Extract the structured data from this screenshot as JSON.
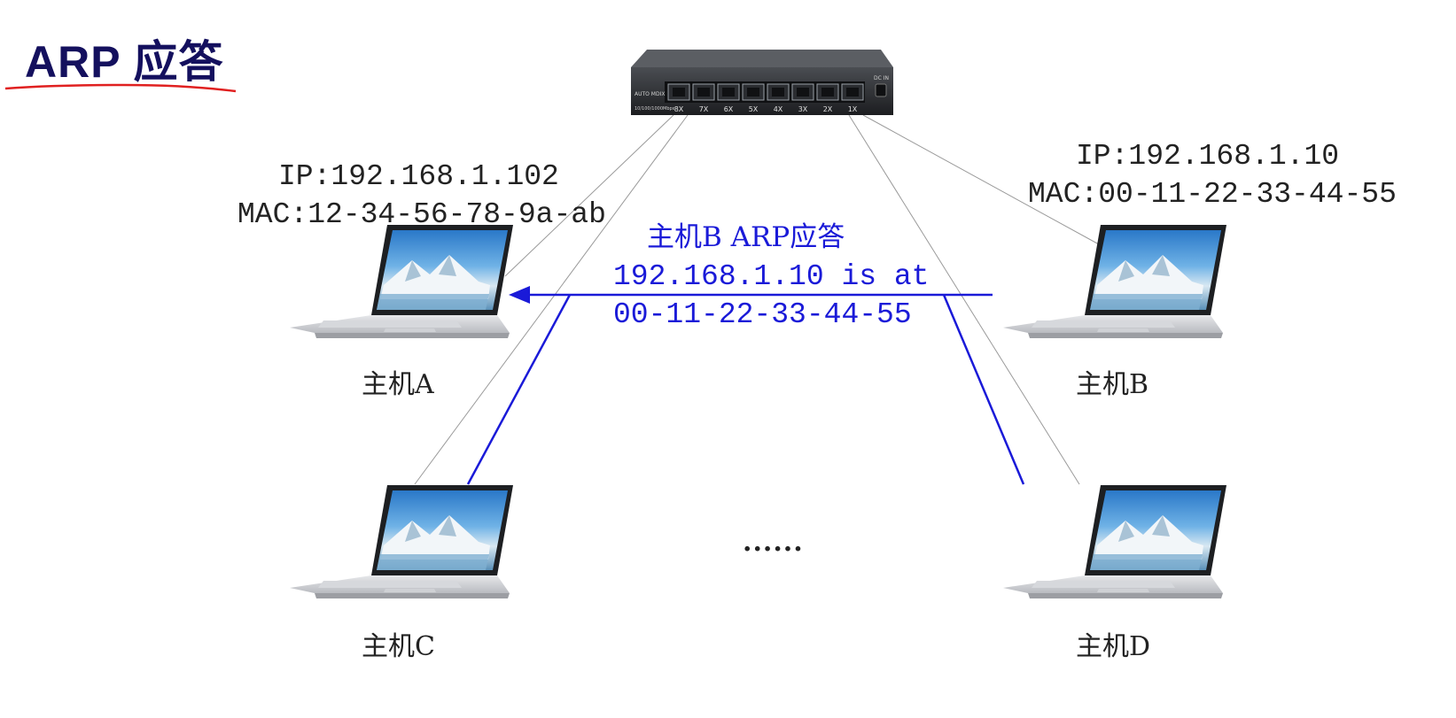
{
  "slide": {
    "title": "ARP 应答"
  },
  "switch": {
    "brand_text": "AUTO MDIX",
    "speed_text": "10/100/1000Mbps",
    "power_text": "DC IN",
    "ports": [
      "8X",
      "7X",
      "6X",
      "5X",
      "4X",
      "3X",
      "2X",
      "1X"
    ]
  },
  "hosts": {
    "a": {
      "name": "主机A",
      "ip": "IP:192.168.1.102",
      "mac": "MAC:12-34-56-78-9a-ab"
    },
    "b": {
      "name": "主机B",
      "ip": "IP:192.168.1.10",
      "mac": "MAC:00-11-22-33-44-55"
    },
    "c": {
      "name": "主机C"
    },
    "d": {
      "name": "主机D"
    }
  },
  "reply": {
    "title": "主机B ARP应答",
    "line1": "192.168.1.10 is at",
    "line2": "00-11-22-33-44-55"
  },
  "ellipsis": "......",
  "colors": {
    "title": "#14105e",
    "underline": "#e02020",
    "reply": "#1a1ad8",
    "cable": "#9a9a9a"
  }
}
